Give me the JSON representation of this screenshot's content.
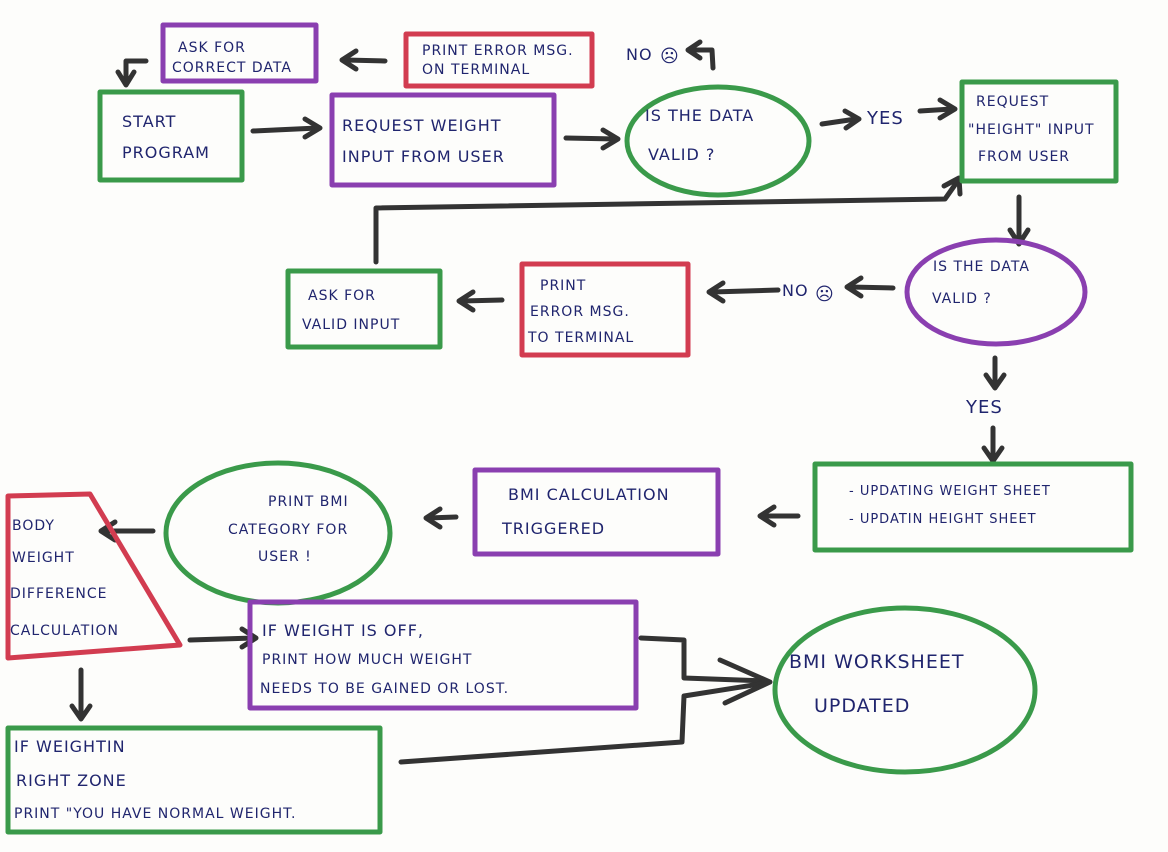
{
  "nodes": {
    "start": [
      "START",
      "PROGRAM"
    ],
    "request_weight": [
      "REQUEST WEIGHT",
      "INPUT FROM USER"
    ],
    "valid_weight": [
      "IS THE DATA",
      "VALID ?"
    ],
    "error_terminal_1": [
      "PRINT ERROR MSG.",
      "ON TERMINAL"
    ],
    "ask_correct": [
      "ASK FOR",
      "CORRECT DATA"
    ],
    "request_height": [
      "REQUEST",
      "\"HEIGHT\" INPUT",
      "FROM USER"
    ],
    "valid_height": [
      "IS THE DATA",
      "VALID ?"
    ],
    "error_terminal_2": [
      "PRINT",
      "ERROR MSG.",
      "TO TERMINAL"
    ],
    "ask_valid": [
      "ASK FOR",
      "VALID INPUT"
    ],
    "updating_sheets": [
      "- UPDATING WEIGHT SHEET",
      "- UPDATIN  HEIGHT SHEET"
    ],
    "bmi_calc": [
      "BMI CALCULATION",
      "TRIGGERED"
    ],
    "print_category": [
      "PRINT BMI",
      "CATEGORY FOR",
      "USER !"
    ],
    "body_weight": [
      "BODY",
      "WEIGHT",
      "DIFFERENCE",
      "CALCULATION"
    ],
    "weight_off": [
      "IF WEIGHT IS OFF,",
      "PRINT HOW MUCH WEIGHT",
      "NEEDS TO BE GAINED OR LOST."
    ],
    "right_zone": [
      "IF WEIGHTIN",
      "RIGHT ZONE",
      "PRINT \"YOU HAVE NORMAL WEIGHT."
    ],
    "worksheet": [
      "BMI WORKSHEET",
      "UPDATED"
    ]
  },
  "edge_labels": {
    "no_1": "NO",
    "no_2": "NO",
    "yes_1": "YES",
    "yes_2": "YES"
  },
  "colors": {
    "green": "#3a9a4a",
    "purple": "#8a3fb0",
    "red": "#d23c50",
    "arrow": "#333333",
    "ink": "#20256e"
  }
}
